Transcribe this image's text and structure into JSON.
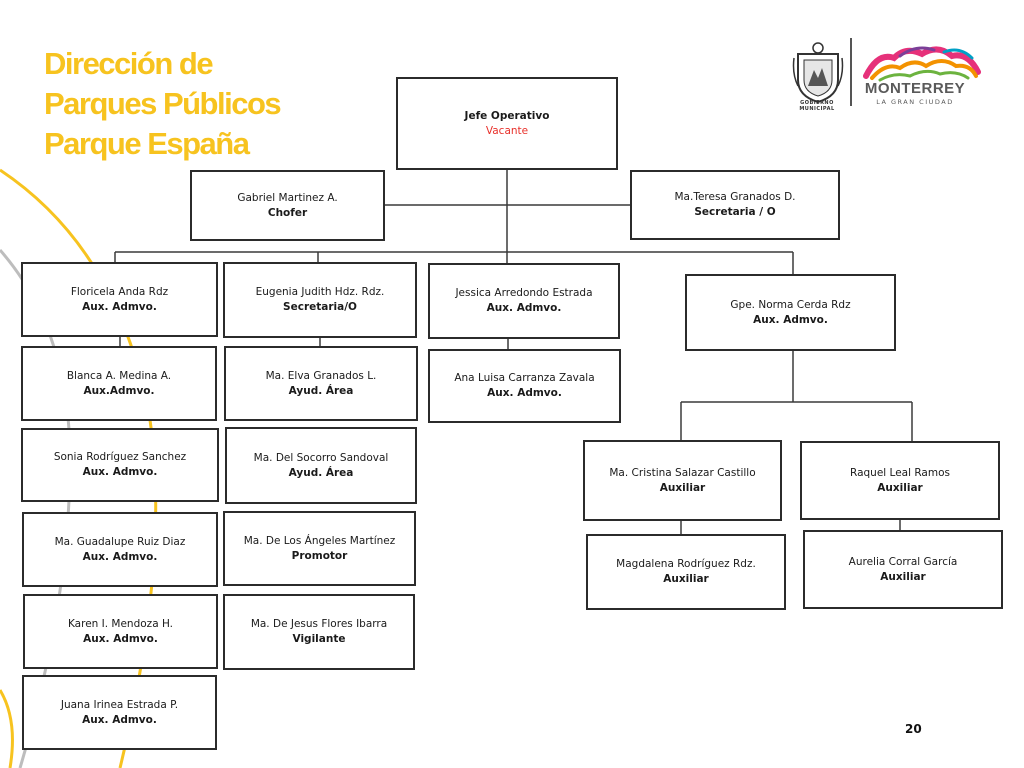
{
  "title": {
    "line1": "Dirección de",
    "line2": "Parques Públicos",
    "line3": "Parque España"
  },
  "logos": {
    "crest_label": "GOBIERNO MUNICIPAL",
    "brand_name": "MONTERREY",
    "brand_tagline": "LA GRAN CIUDAD"
  },
  "page_number": "20",
  "colors": {
    "title": "#F7C31F",
    "vacant": "#e8302a",
    "border": "#2b2b2b",
    "decor_yellow": "#F7C31F",
    "decor_gray": "#bdbdbd"
  },
  "org": {
    "head": {
      "role": "Jefe Operativo",
      "name": "Vacante"
    },
    "chofer": {
      "name": "Gabriel Martinez A.",
      "role": "Chofer"
    },
    "secretaria": {
      "name": "Ma.Teresa Granados D.",
      "role": "Secretaria / O"
    },
    "col1": [
      {
        "name": "Floricela Anda Rdz",
        "role": "Aux. Admvo."
      },
      {
        "name": "Blanca A. Medina A.",
        "role": "Aux.Admvo."
      },
      {
        "name": "Sonia Rodríguez Sanchez",
        "role": "Aux. Admvo."
      },
      {
        "name": "Ma. Guadalupe Ruiz Diaz",
        "role": "Aux. Admvo."
      },
      {
        "name": "Karen I. Mendoza H.",
        "role": "Aux. Admvo."
      },
      {
        "name": "Juana Irinea  Estrada P.",
        "role": "Aux. Admvo."
      }
    ],
    "col2": [
      {
        "name": "Eugenia Judith Hdz. Rdz.",
        "role": "Secretaria/O"
      },
      {
        "name": "Ma. Elva Granados L.",
        "role": "Ayud. Área"
      },
      {
        "name": "Ma. Del Socorro Sandoval",
        "role": "Ayud. Área"
      },
      {
        "name": "Ma. De Los Ángeles Martínez",
        "role": "Promotor"
      },
      {
        "name": "Ma. De Jesus Flores Ibarra",
        "role": "Vigilante"
      }
    ],
    "col3": [
      {
        "name": "Jessica Arredondo Estrada",
        "role": "Aux. Admvo."
      },
      {
        "name": "Ana Luisa Carranza Zavala",
        "role": "Aux. Admvo."
      }
    ],
    "col4": {
      "lead": {
        "name": "Gpe. Norma Cerda Rdz",
        "role": "Aux. Admvo."
      },
      "left": [
        {
          "name": "Ma. Cristina Salazar Castillo",
          "role": "Auxiliar"
        },
        {
          "name": "Magdalena Rodríguez Rdz.",
          "role": "Auxiliar"
        }
      ],
      "right": [
        {
          "name": "Raquel Leal Ramos",
          "role": "Auxiliar"
        },
        {
          "name": "Aurelia Corral García",
          "role": "Auxiliar"
        }
      ]
    }
  }
}
